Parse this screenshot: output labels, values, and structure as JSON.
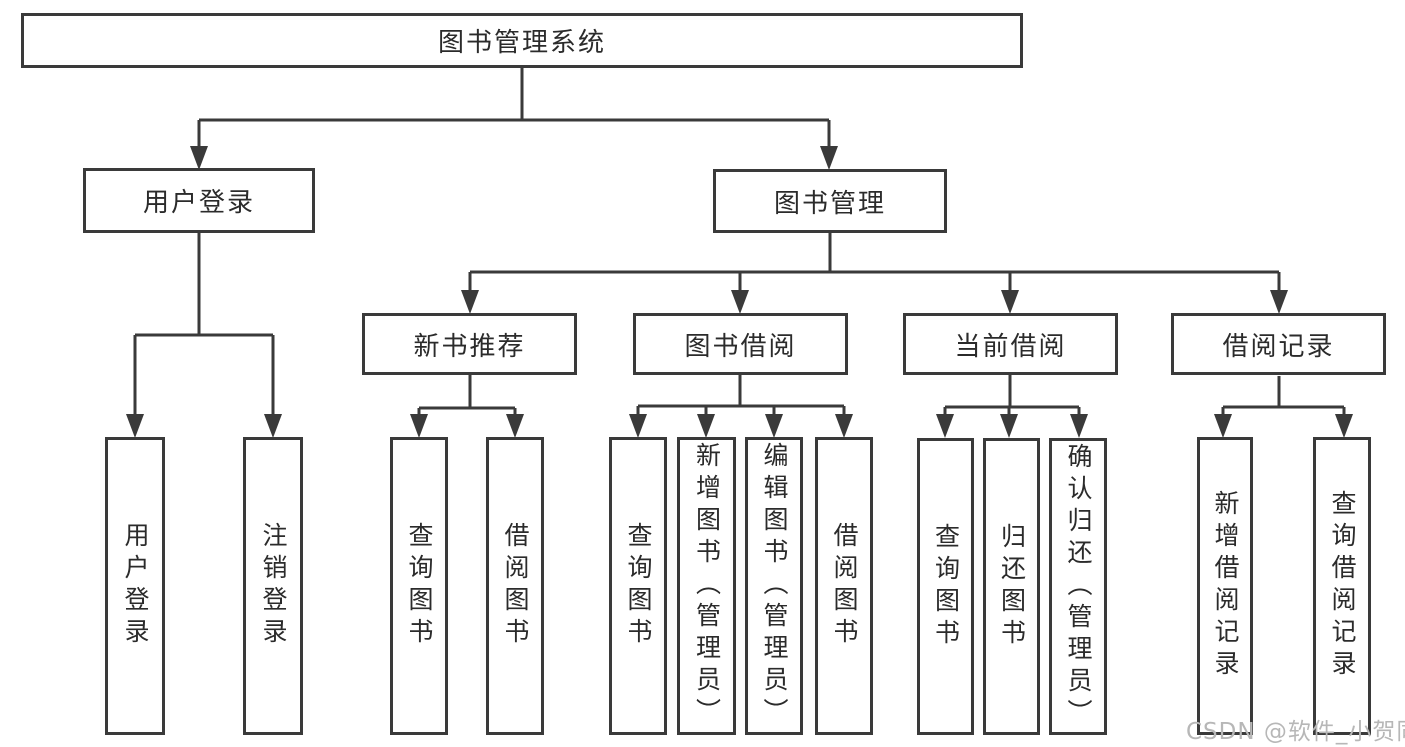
{
  "diagram": {
    "tree": {
      "label": "图书管理系统",
      "children": [
        {
          "label": "用户登录",
          "children": [
            {
              "label": "用户登录"
            },
            {
              "label": "注销登录"
            }
          ]
        },
        {
          "label": "图书管理",
          "children": [
            {
              "label": "新书推荐",
              "children": [
                {
                  "label": "查询图书"
                },
                {
                  "label": "借阅图书"
                }
              ]
            },
            {
              "label": "图书借阅",
              "children": [
                {
                  "label": "查询图书"
                },
                {
                  "label": "新增图书（管理员）"
                },
                {
                  "label": "编辑图书（管理员）"
                },
                {
                  "label": "借阅图书"
                }
              ]
            },
            {
              "label": "当前借阅",
              "children": [
                {
                  "label": "查询图书"
                },
                {
                  "label": "归还图书"
                },
                {
                  "label": "确认归还（管理员）"
                }
              ]
            },
            {
              "label": "借阅记录",
              "children": [
                {
                  "label": "新增借阅记录"
                },
                {
                  "label": "查询借阅记录"
                }
              ]
            }
          ]
        }
      ]
    }
  },
  "watermark": {
    "text": "CSDN @软件_小贺同学"
  },
  "colors": {
    "line": "#3a3a3a",
    "text": "#2b2b2b",
    "watermark": "#b7b7b7",
    "background": "#ffffff"
  }
}
